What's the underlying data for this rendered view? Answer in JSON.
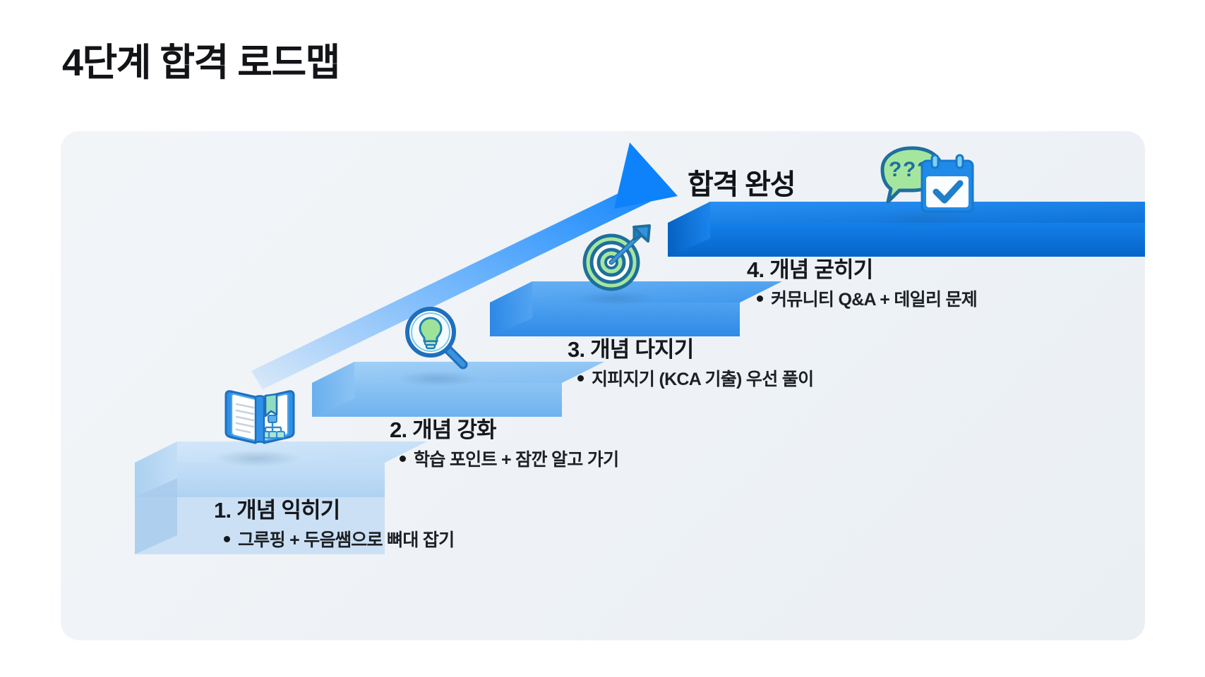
{
  "page": {
    "title": "4단계 합격 로드맵",
    "background_color": "#ffffff",
    "card_color": "#eef2f6"
  },
  "goal": {
    "label": "합격 완성",
    "arrow_color": "#1a8cff",
    "arrow_icon": "upward-arrow-icon"
  },
  "colors": {
    "step1_top": "#c8e0f7",
    "step1_face": "#bcd9f4",
    "step2_top": "#96c8f5",
    "step2_face": "#79b7f0",
    "step3_top": "#5aa9f2",
    "step3_face": "#3f97ec",
    "step4_top": "#1b87f0",
    "step4_face": "#0b6fd6",
    "accent_green": "#a8e6a3",
    "accent_blue": "#1f7fd4",
    "text_dark": "#15181c"
  },
  "steps": [
    {
      "number": "1",
      "title": "1. 개념 익히기",
      "desc": "그루핑 + 두음쌤으로 뼈대 잡기",
      "icon": "open-book-icon"
    },
    {
      "number": "2",
      "title": "2. 개념 강화",
      "desc": "학습 포인트 + 잠깐 알고 가기",
      "icon": "magnifier-lightbulb-icon"
    },
    {
      "number": "3",
      "title": "3. 개념 다지기",
      "desc": "지피지기 (KCA 기출) 우선 풀이",
      "icon": "target-dart-icon"
    },
    {
      "number": "4",
      "title": "4. 개념 굳히기",
      "desc": "커뮤니티 Q&A + 데일리 문제",
      "icon": "speech-bubble-calendar-icon"
    }
  ]
}
